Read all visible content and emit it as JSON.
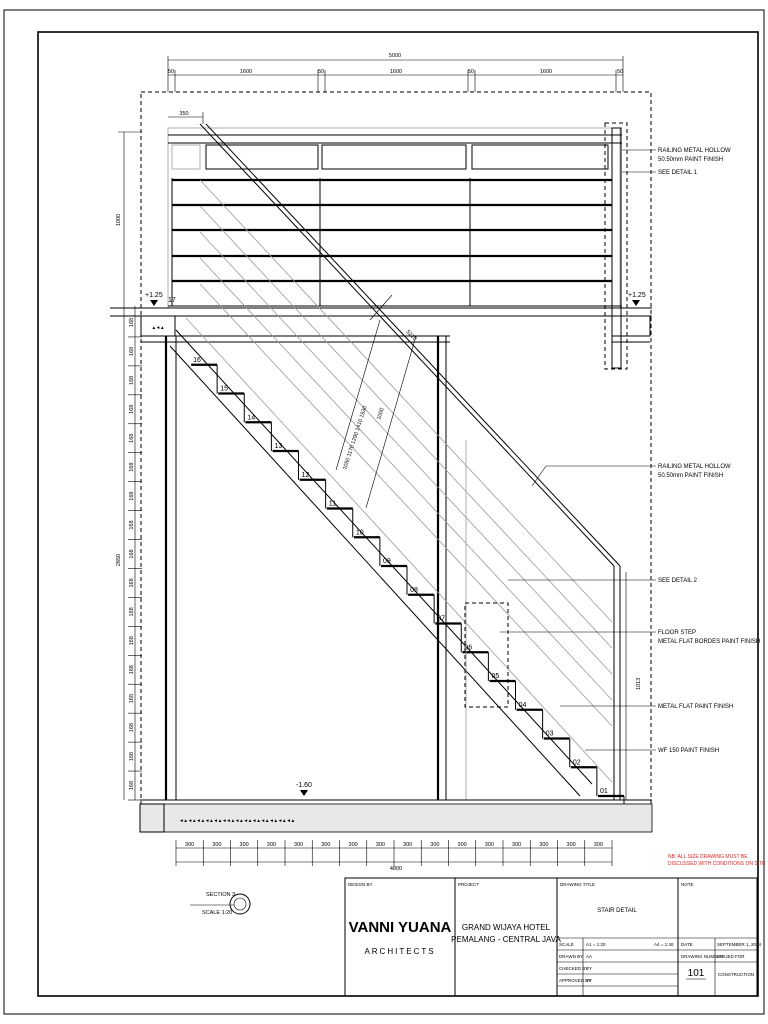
{
  "dimensions": {
    "top_total": "5000",
    "top_segments": [
      "50",
      "1600",
      "50",
      "1600",
      "50",
      "1600",
      "50"
    ],
    "left_rail_height": "1000",
    "left_total": "2850",
    "riser_label": "168",
    "bottom_tread": "300",
    "bottom_total": "4800",
    "offset_top": "350",
    "diagonal_1": "5210",
    "diagonal_2": "1000",
    "right_vertical": "1013",
    "stringer_labels": [
      "1"
    ]
  },
  "levels": {
    "upper_left": "+1.25",
    "upper_right": "+1.25",
    "lower": "-1.60"
  },
  "steps": [
    "17",
    "16",
    "15",
    "14",
    "13",
    "12",
    "11",
    "10",
    "09",
    "08",
    "07",
    "06",
    "05",
    "04",
    "03",
    "02",
    "01"
  ],
  "annotations": {
    "railing_top_1": "RAILING METAL HOLLOW",
    "railing_top_2": "50.50mm PAINT FINISH",
    "railing_top_3": "SEE DETAIL 1",
    "railing_mid_1": "RAILING METAL HOLLOW",
    "railing_mid_2": "50.50mm PAINT FINISH",
    "see_detail_2": "SEE DETAIL 2",
    "floor_step_1": "FLOOR STEP",
    "floor_step_2": "METAL FLAT BORDES PAINT FINISH",
    "metal_flat": "METAL FLAT PAINT FINISH",
    "wf": "WF 150 PAINT FINISH"
  },
  "red_note": {
    "line1": "NB: ALL SIZE DRAWING MUST BE",
    "line2": "DISCUSSED WITH CONDITIONS ON SITE"
  },
  "section_label": {
    "title": "SECTION 3",
    "scale": "SCALE 1:20"
  },
  "title_block": {
    "design_by_label": "DESIGN BY",
    "firm_name": "VANNI YUANA",
    "firm_sub": "ARCHITECTS",
    "project_label": "PROJECT",
    "project_line1": "GRAND WIJAYA HOTEL",
    "project_line2": "PEMALANG - CENTRAL JAVA",
    "drawing_title_label": "DRAWING TITLE",
    "drawing_title": "STAIR DETAIL",
    "note_label": "NOTE",
    "scale_label": "SCALE",
    "scale_value1": "A1 = 1:20",
    "scale_value2": "A4 = 1:40",
    "date_label": "DATE",
    "date_value": "SEPTEMBER 1, 2024",
    "drawn_by_label": "DRAWN BY",
    "drawn_by_value": "AA",
    "drawing_number_label": "DRAWING NUMBER",
    "issued_for_label": "ISSUED FOR",
    "checked_by_label": "CHECKED BY",
    "checked_by_value": "VY",
    "drawing_number": "101",
    "issued_for_value": "CONSTRUCTION",
    "approved_by_label": "APPROVED BY",
    "approved_by_value": "VY"
  },
  "colors": {
    "line": "#000000",
    "grey": "#9a9a9a",
    "red_note": "#e02020",
    "concrete": "#e8e8e8"
  }
}
